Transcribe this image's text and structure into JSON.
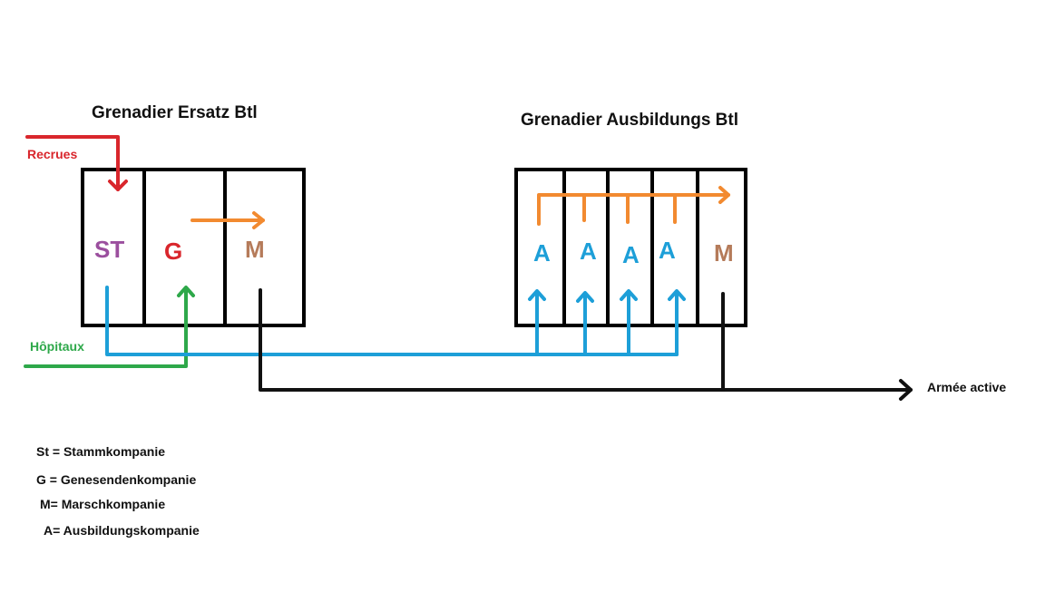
{
  "ersatz": {
    "title": "Grenadier Ersatz Btl",
    "companies": [
      "ST",
      "G",
      "M"
    ]
  },
  "ausbildung": {
    "title": "Grenadier Ausbildungs Btl",
    "companies": [
      "A",
      "A",
      "A",
      "A",
      "M"
    ]
  },
  "flows": {
    "recruits": "Recrues",
    "hospitals": "Hôpitaux",
    "active_army": "Armée active"
  },
  "legend": [
    "St = Stammkompanie",
    "G = Genesendenkompanie",
    "M= Marschkompanie",
    "A= Ausbildungskompanie"
  ],
  "colors": {
    "st": "#9b4f9e",
    "g": "#d9262c",
    "m": "#b57b5a",
    "a": "#1d9fd8",
    "recruits": "#d9262c",
    "hospitals": "#2ea84a",
    "transfer": "#f28a30",
    "stamm_flow": "#1d9fd8",
    "active": "#111111"
  }
}
